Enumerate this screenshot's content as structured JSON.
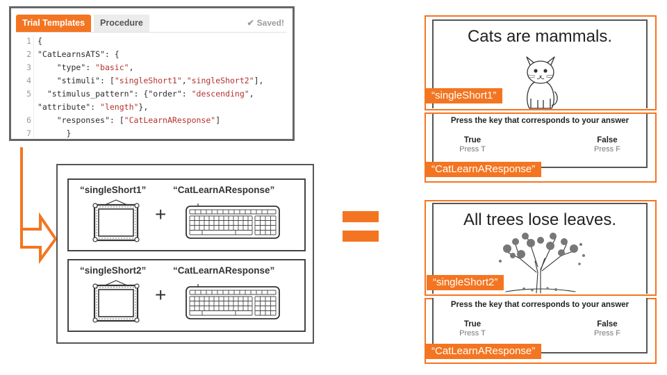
{
  "editor": {
    "tabs": [
      {
        "label": "Trial Templates",
        "active": true
      },
      {
        "label": "Procedure",
        "active": false
      }
    ],
    "status": "Saved!",
    "status_icon": "check-icon",
    "code_lines": [
      {
        "num": "1",
        "text": "{"
      },
      {
        "num": "2",
        "text": "\"CatLearnsATS\": {"
      },
      {
        "num": "3",
        "text": "    \"type\": \"basic\","
      },
      {
        "num": "4",
        "text": "    \"stimuli\": [\"singleShort1\",\"singleShort2\"],"
      },
      {
        "num": "5",
        "text": "  \"stimulus_pattern\": {\"order\": \"descending\","
      },
      {
        "num": "",
        "text": "\"attribute\": \"length\"},"
      },
      {
        "num": "6",
        "text": "    \"responses\": [\"CatLearnAResponse\"]"
      },
      {
        "num": "7",
        "text": "      }"
      }
    ]
  },
  "composition": {
    "rows": [
      {
        "stimulus_label": "“singleShort1”",
        "response_label": "“CatLearnAResponse”",
        "operator": "+"
      },
      {
        "stimulus_label": "“singleShort2”",
        "response_label": "“CatLearnAResponse”",
        "operator": "+"
      }
    ]
  },
  "result": {
    "trials": [
      {
        "stimulus_text": "Cats are mammals.",
        "stimulus_image": "kitten-image",
        "stimulus_label": "“singleShort1”",
        "response_prompt": "Press the key that corresponds to your answer",
        "true_label": "True",
        "true_hint": "Press T",
        "false_label": "False",
        "false_hint": "Press F",
        "response_label": "“CatLearnAResponse”"
      },
      {
        "stimulus_text": "All trees lose leaves.",
        "stimulus_image": "tree-image",
        "stimulus_label": "“singleShort2”",
        "response_prompt": "Press the key that corresponds to your answer",
        "true_label": "True",
        "true_hint": "Press T",
        "false_label": "False",
        "false_hint": "Press F",
        "response_label": "“CatLearnAResponse”"
      }
    ]
  },
  "colors": {
    "accent": "#f47521",
    "panel_border": "#666666",
    "code_string": "#b3312e"
  }
}
